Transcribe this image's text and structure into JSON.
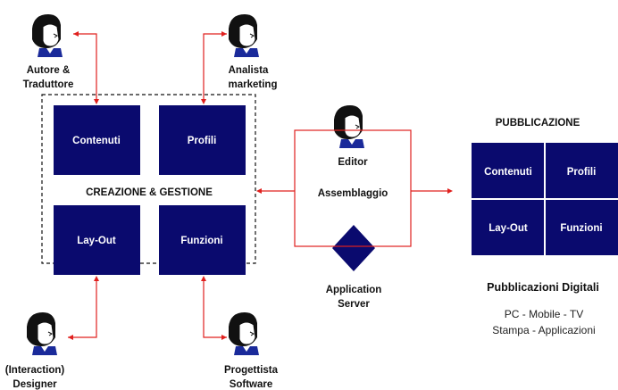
{
  "roles": {
    "author": [
      "Autore &",
      "Traduttore"
    ],
    "analyst": [
      "Analista",
      "marketing"
    ],
    "designer": [
      "(Interaction)",
      "Designer"
    ],
    "developer": [
      "Progettista",
      "Software"
    ],
    "editor": "Editor",
    "app_server": [
      "Application",
      "Server"
    ]
  },
  "creation": {
    "title": "CREAZIONE & GESTIONE",
    "boxes": [
      "Contenuti",
      "Profili",
      "Lay-Out",
      "Funzioni"
    ]
  },
  "assembly": "Assemblaggio",
  "publication": {
    "title": "PUBBLICAZIONE",
    "boxes": [
      "Contenuti",
      "Profili",
      "Lay-Out",
      "Funzioni"
    ],
    "digital_title": "Pubblicazioni Digitali",
    "channels_line1": "PC - Mobile - TV",
    "channels_line2": "Stampa - Applicazioni"
  },
  "colors": {
    "box": "#0a0a6e",
    "arrow": "#e0201e"
  }
}
